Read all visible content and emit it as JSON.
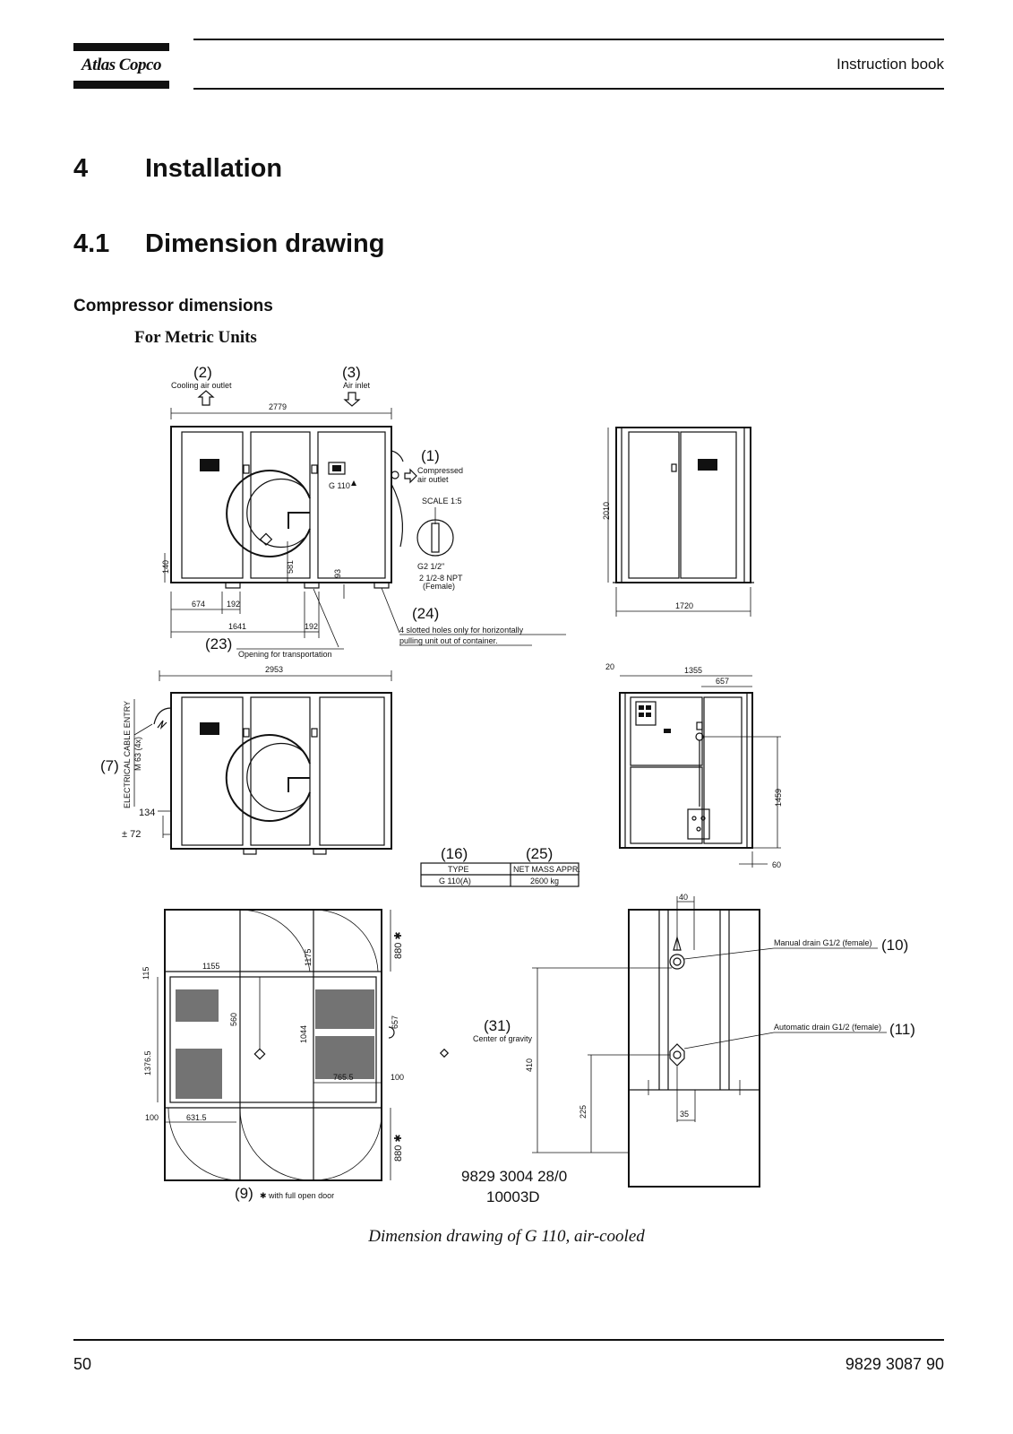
{
  "header": {
    "logo": "Atlas Copco",
    "title": "Instruction book"
  },
  "headings": {
    "chapter_num": "4",
    "chapter_title": "Installation",
    "section_num": "4.1",
    "section_title": "Dimension drawing",
    "subsection": "Compressor dimensions",
    "units_note": "For Metric Units"
  },
  "drawing": {
    "callouts": {
      "c1": "(1)",
      "c1_label_a": "Compressed",
      "c1_label_b": "air outlet",
      "c2": "(2)",
      "c2_label": "Cooling air outlet",
      "c3": "(3)",
      "c3_label": "Air inlet",
      "c7": "(7)",
      "c7_label_a": "ELECTRICAL CABLE ENTRY",
      "c7_label_b": "M 63 (4x)",
      "c9": "(9)",
      "c9_label": "✱ with full open door",
      "c10": "(10)",
      "c10_label": "Manual drain G1/2 (female)",
      "c11": "(11)",
      "c11_label": "Automatic drain G1/2 (female)",
      "c16": "(16)",
      "c23": "(23)",
      "c23_label": "Opening for transportation",
      "c24": "(24)",
      "c24_label_a": "4 slotted holes only for horizontally",
      "c24_label_b": "pulling unit out of container.",
      "c25": "(25)",
      "c31": "(31)",
      "c31_label": "Center of gravity",
      "scale": "SCALE 1:5",
      "thread_a": "G2 1/2\"",
      "thread_b": "2 1/2-8 NPT",
      "thread_c": "(Female)"
    },
    "dims": {
      "front_width": "2779",
      "d674": "674",
      "d192a": "192",
      "d1641": "1641",
      "d192b": "192",
      "d140": "140",
      "d581": "581",
      "d93": "93",
      "side_width": "1720",
      "side_height": "2010",
      "rear_width": "2953",
      "d134": "134",
      "d72": "± 72",
      "d20": "20",
      "d1355": "1355",
      "d657": "657",
      "d1459": "1459",
      "d60": "60",
      "d1155": "1155",
      "d115": "115",
      "d560": "560",
      "d1175": "1175",
      "d880a": "880 ✱",
      "d657b": "657",
      "d1044": "1044",
      "d13765": "1376.5",
      "d7655": "765.5",
      "d100a": "100",
      "d100b": "100",
      "d6315": "631.5",
      "d880b": "880 ✱",
      "d40": "40",
      "d410": "410",
      "d225": "225",
      "d35": "35"
    },
    "table": {
      "h_type": "TYPE",
      "h_mass": "NET MASS APPR.",
      "v_type": "G 110(A)",
      "v_mass": "2600 kg"
    },
    "drawing_no_a": "9829 3004 28/0",
    "drawing_no_b": "10003D"
  },
  "caption": "Dimension drawing of G 110, air-cooled",
  "footer": {
    "page": "50",
    "doc_no": "9829 3087 90"
  }
}
